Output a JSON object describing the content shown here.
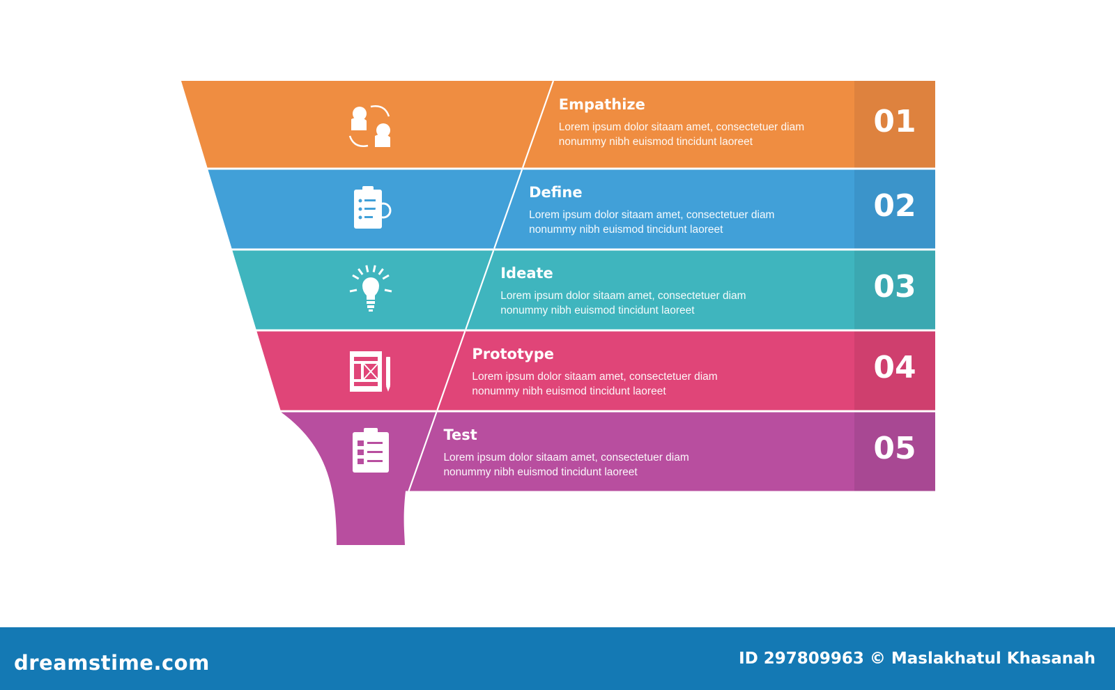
{
  "stages": [
    {
      "title": "Empathize",
      "desc1": "Lorem ipsum dolor sitaam amet, consectetuer diam",
      "desc2": "nonummy  nibh euismod tincidunt laoreet",
      "number": "01",
      "icon": "users-exchange-icon",
      "color": "#EF8D41",
      "num_bg": "#DE823E"
    },
    {
      "title": "Define",
      "desc1": "Lorem ipsum dolor sitaam amet, consectetuer diam",
      "desc2": "nonummy  nibh euismod tincidunt laoreet",
      "number": "02",
      "icon": "clipboard-search-icon",
      "color": "#41A0D8",
      "num_bg": "#3B94CA"
    },
    {
      "title": "Ideate",
      "desc1": "Lorem ipsum dolor sitaam amet, consectetuer diam",
      "desc2": "nonummy  nibh euismod tincidunt laoreet",
      "number": "03",
      "icon": "lightbulb-icon",
      "color": "#3FB5BE",
      "num_bg": "#3BA8B1"
    },
    {
      "title": "Prototype",
      "desc1": "Lorem ipsum dolor sitaam amet, consectetuer diam",
      "desc2": "nonummy  nibh euismod tincidunt laoreet",
      "number": "04",
      "icon": "wireframe-blueprint-icon",
      "color": "#E04578",
      "num_bg": "#CF3F6E"
    },
    {
      "title": "Test",
      "desc1": "Lorem ipsum dolor sitaam amet, consectetuer diam",
      "desc2": "nonummy  nibh euismod tincidunt laoreet",
      "number": "05",
      "icon": "checklist-icon",
      "color": "#B84E9F",
      "num_bg": "#A84893"
    }
  ],
  "footer": {
    "brand": "dreamstime.com",
    "credit": "ID 297809963 © Maslakhatul Khasanah",
    "color": "#1479B4"
  }
}
